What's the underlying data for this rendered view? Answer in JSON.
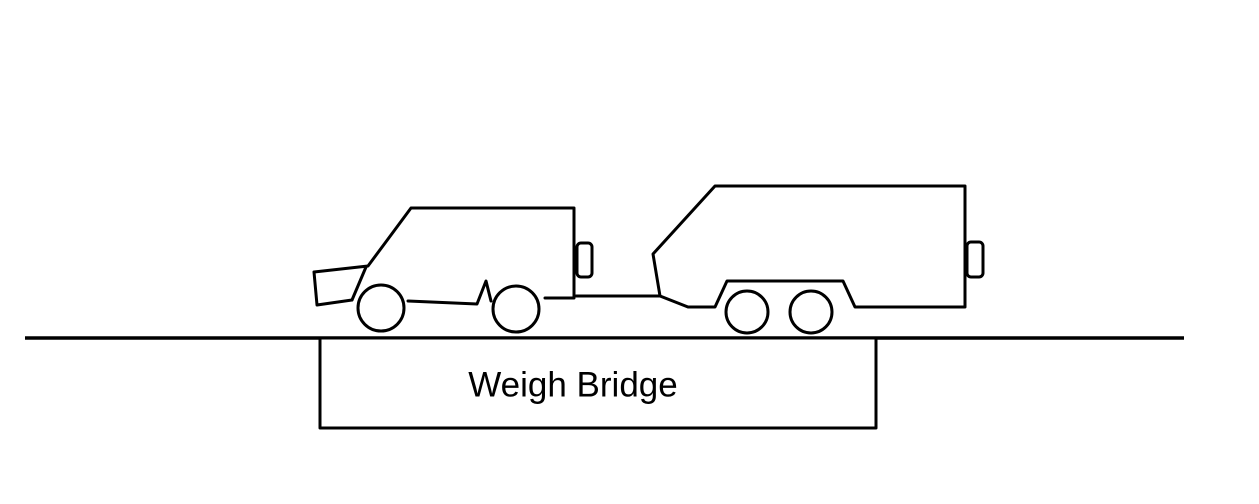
{
  "colors": {
    "background": "#ffffff",
    "line": "#000000"
  },
  "diagram": {
    "weigh_bridge_label": "Weigh Bridge",
    "shapes": [
      "car",
      "tow-bar",
      "trailer",
      "ground-line",
      "weigh-bridge"
    ]
  }
}
